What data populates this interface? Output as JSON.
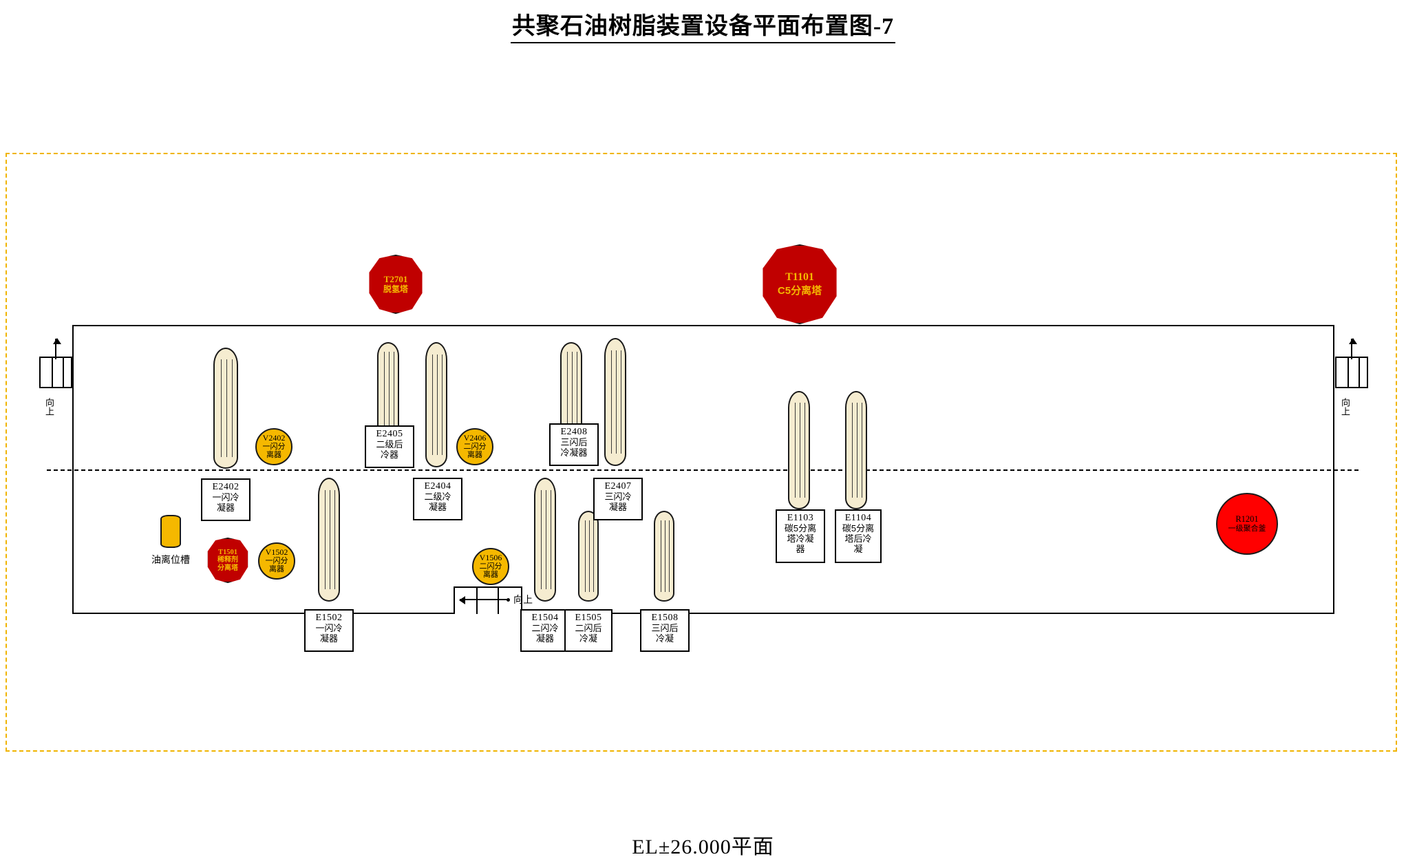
{
  "title": "共聚石油树脂装置设备平面布置图-7",
  "elevation_caption": "EL±26.000平面",
  "colors": {
    "boundary_dashed": "#f0b400",
    "tower_red": "#c00000",
    "reactor_red": "#ff0000",
    "vessel_yellow": "#f5b800",
    "exchanger_fill": "#f5ecd0",
    "tower_text": "#f5b800",
    "outline": "#000000"
  },
  "stairs": {
    "left_label": "向上",
    "right_label": "向上",
    "interior_label": "向上"
  },
  "tank": {
    "label": "油离位槽"
  },
  "towers": [
    {
      "tag": "T2701",
      "desc": "脱氢塔"
    },
    {
      "tag": "T1101",
      "desc": "C5分离塔"
    },
    {
      "tag": "T1501",
      "desc": "稀释剂\n分离塔"
    }
  ],
  "reactor": {
    "tag": "R1201",
    "desc": "一级聚合釜"
  },
  "vessels": [
    {
      "tag": "V2402",
      "desc": "一闪分\n离器"
    },
    {
      "tag": "V2406",
      "desc": "二闪分\n离器"
    },
    {
      "tag": "V1502",
      "desc": "一闪分\n离器"
    },
    {
      "tag": "V1506",
      "desc": "二闪分\n离器"
    }
  ],
  "exchangers": [
    {
      "tag": "E2402",
      "desc": "一闪冷\n凝器"
    },
    {
      "tag": "E2405",
      "desc": "二级后\n冷器"
    },
    {
      "tag": "E2404",
      "desc": "二级冷\n凝器"
    },
    {
      "tag": "E2408",
      "desc": "三闪后\n冷凝器"
    },
    {
      "tag": "E2407",
      "desc": "三闪冷\n凝器"
    },
    {
      "tag": "E1103",
      "desc": "碳5分离\n塔冷凝\n器"
    },
    {
      "tag": "E1104",
      "desc": "碳5分离\n塔后冷\n凝"
    },
    {
      "tag": "E1502",
      "desc": "一闪冷\n凝器"
    },
    {
      "tag": "E1504",
      "desc": "二闪冷\n凝器"
    },
    {
      "tag": "E1505",
      "desc": "二闪后\n冷凝"
    },
    {
      "tag": "E1508",
      "desc": "三闪后\n冷凝"
    }
  ]
}
